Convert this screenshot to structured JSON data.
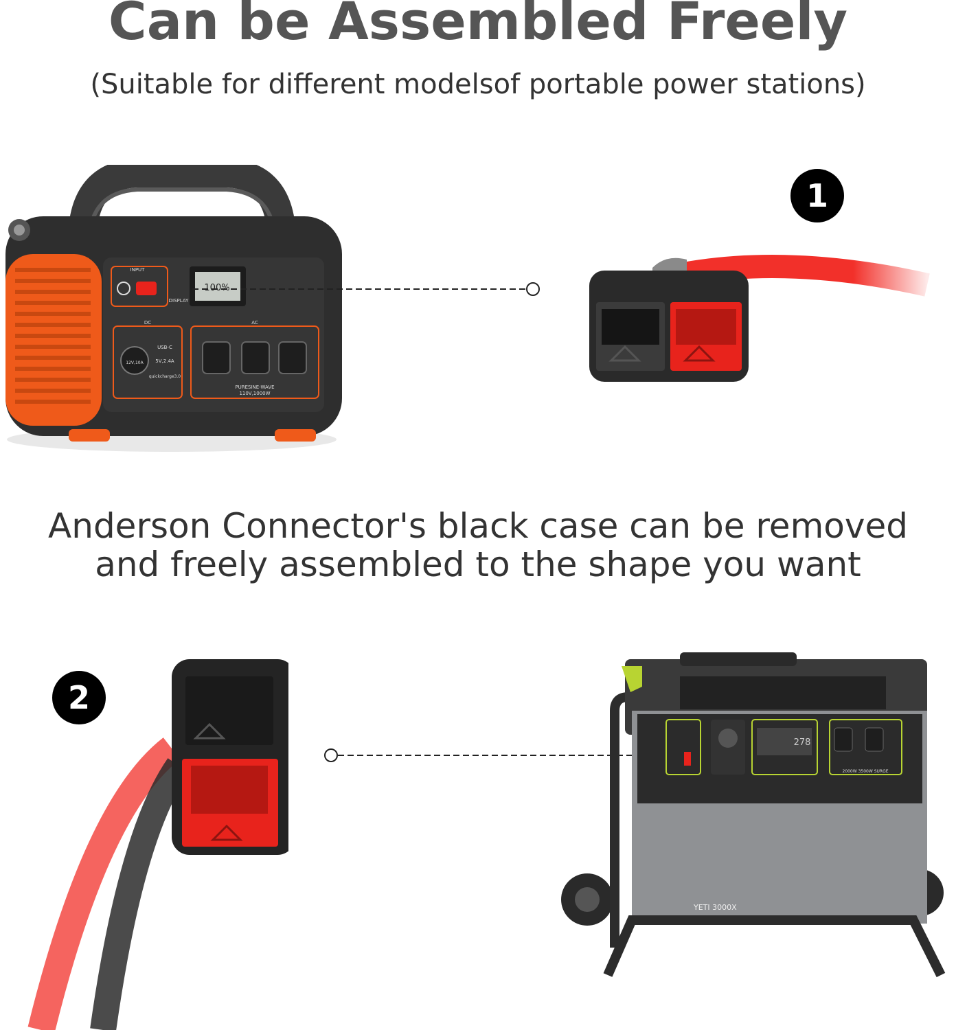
{
  "header": {
    "title": "Can be Assembled Freely",
    "subtitle": "(Suitable for different modelsof portable power stations)"
  },
  "caption": {
    "line1": "Anderson Connector's black case can be removed",
    "line2": "and freely assembled to the shape you want"
  },
  "steps": [
    {
      "number": "1"
    },
    {
      "number": "2"
    }
  ],
  "station_orange": {
    "input_label": "INPUT",
    "display_label": "DISPLAY",
    "dc_label": "DC",
    "ac_label": "AC",
    "usb_c_label": "USB-C",
    "usb_label": "5V,2.4A",
    "qc_label": "quickcharge3.0",
    "car_label": "12V,10A",
    "screen_value": "100%",
    "wave_label": "PURESINE-WAVE",
    "rating_label": "110V,1000W"
  },
  "station_yeti": {
    "model_label": "YETI 3000X",
    "surge_label": "2000W 3500W SURGE",
    "screen_value": "278"
  },
  "colors": {
    "accent_orange": "#ef5a1a",
    "connector_red": "#e8231c",
    "cable_red": "#f2302a",
    "yeti_green": "#b8d432"
  }
}
